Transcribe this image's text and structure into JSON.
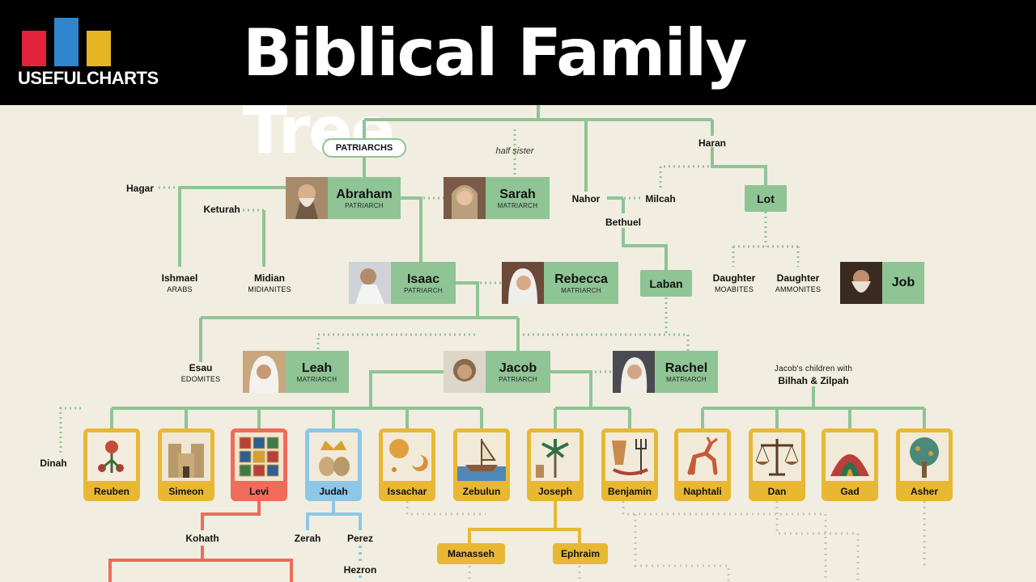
{
  "header": {
    "logo_text": "USEFULCHARTS",
    "title": "Biblical Family Tree",
    "logo_colors": [
      "#e0233a",
      "#2f86cf",
      "#e6b622"
    ]
  },
  "colors": {
    "green": "#8fc495",
    "yellow": "#e8b834",
    "red": "#ef6b5a",
    "blue": "#8cc7e8"
  },
  "patriarchs_label": "PATRIARCHS",
  "half_sister_label": "half sister",
  "people": {
    "abraham": {
      "name": "Abraham",
      "role": "PATRIARCH"
    },
    "sarah": {
      "name": "Sarah",
      "role": "MATRIARCH"
    },
    "isaac": {
      "name": "Isaac",
      "role": "PATRIARCH"
    },
    "rebecca": {
      "name": "Rebecca",
      "role": "MATRIARCH"
    },
    "leah": {
      "name": "Leah",
      "role": "MATRIARCH"
    },
    "jacob": {
      "name": "Jacob",
      "role": "PATRIARCH"
    },
    "rachel": {
      "name": "Rachel",
      "role": "MATRIARCH"
    },
    "job": {
      "name": "Job"
    }
  },
  "boxes": {
    "lot": "Lot",
    "laban": "Laban"
  },
  "labels": {
    "hagar": "Hagar",
    "keturah": "Keturah",
    "ishmael": {
      "name": "Ishmael",
      "sub": "ARABS"
    },
    "midian": {
      "name": "Midian",
      "sub": "MIDIANITES"
    },
    "haran": "Haran",
    "nahor": "Nahor",
    "milcah": "Milcah",
    "bethuel": "Bethuel",
    "daughter1": {
      "name": "Daughter",
      "sub": "MOABITES"
    },
    "daughter2": {
      "name": "Daughter",
      "sub": "AMMONITES"
    },
    "esau": {
      "name": "Esau",
      "sub": "EDOMITES"
    },
    "bilhah_top": "Jacob's children with",
    "bilhah_bottom": "Bilhah & Zilpah",
    "dinah": "Dinah",
    "kohath": "Kohath",
    "zerah": "Zerah",
    "perez": "Perez",
    "hezron": "Hezron"
  },
  "tribes": [
    "Reuben",
    "Simeon",
    "Levi",
    "Judah",
    "Issachar",
    "Zebulun",
    "Joseph",
    "Benjamin",
    "Naphtali",
    "Dan",
    "Gad",
    "Asher"
  ],
  "sons_of_joseph": {
    "manasseh": "Manasseh",
    "ephraim": "Ephraim"
  }
}
